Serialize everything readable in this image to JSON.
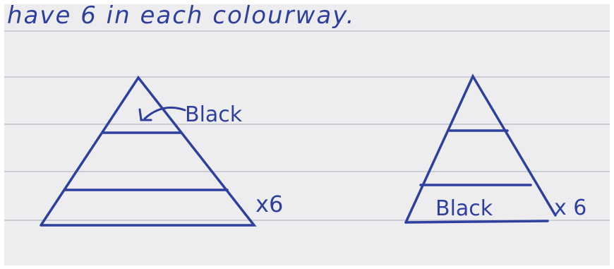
{
  "page": {
    "background": "#ffffff",
    "paper_color": "#e9e9ec",
    "rule_color": "#b9b9c6",
    "ink_color": "#2f3f9e"
  },
  "header_text": "have 6 in each colourway.",
  "triangle_left": {
    "label": "Black",
    "multiplier": "x6",
    "icon": "curved-arrow-icon"
  },
  "triangle_right": {
    "label": "Black",
    "multiplier": "x 6"
  }
}
